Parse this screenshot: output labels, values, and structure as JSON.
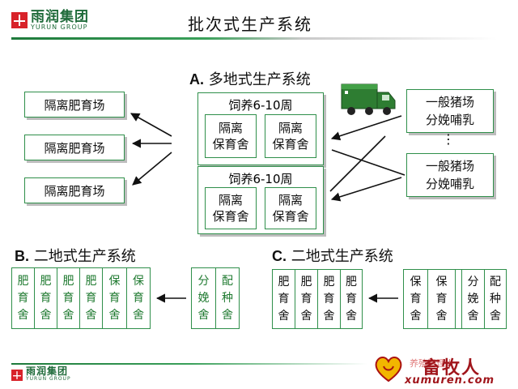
{
  "logo": {
    "cn": "雨润集团",
    "en": "YURUN GROUP"
  },
  "title": "批次式生产系统",
  "sectionA": {
    "letter": "A.",
    "name": "多地式生产系统",
    "left_boxes": [
      "隔离肥育场",
      "隔离肥育场",
      "隔离肥育场"
    ],
    "groups": [
      {
        "header": "饲养6-10周",
        "cells": [
          [
            "隔离",
            "保育舍"
          ],
          [
            "隔离",
            "保育舍"
          ]
        ]
      },
      {
        "header": "饲养6-10周",
        "cells": [
          [
            "隔离",
            "保育舍"
          ],
          [
            "隔离",
            "保育舍"
          ]
        ]
      }
    ],
    "right_boxes": [
      [
        "一般猪场",
        "分娩哺乳"
      ],
      [
        "一般猪场",
        "分娩哺乳"
      ]
    ],
    "ellipsis": "⋮"
  },
  "sectionB": {
    "letter": "B.",
    "name": "二地式生产系统",
    "main_cols": [
      {
        "chars": [
          "肥",
          "育",
          "舍"
        ],
        "color": "#1f7a30"
      },
      {
        "chars": [
          "肥",
          "育",
          "舍"
        ],
        "color": "#1f7a30"
      },
      {
        "chars": [
          "肥",
          "育",
          "舍"
        ],
        "color": "#1f7a30"
      },
      {
        "chars": [
          "肥",
          "育",
          "舍"
        ],
        "color": "#1f7a30"
      },
      {
        "chars": [
          "保",
          "育",
          "舍"
        ],
        "color": "#1f7a30"
      },
      {
        "chars": [
          "保",
          "育",
          "舍"
        ],
        "color": "#1f7a30"
      }
    ],
    "side_cols": [
      {
        "chars": [
          "分",
          "娩",
          "舍"
        ],
        "color": "#1f7a30"
      },
      {
        "chars": [
          "配",
          "种",
          "舍"
        ],
        "color": "#1f7a30"
      }
    ]
  },
  "sectionC": {
    "letter": "C.",
    "name": "二地式生产系统",
    "main_cols": [
      {
        "chars": [
          "肥",
          "育",
          "舍"
        ],
        "color": "#111111"
      },
      {
        "chars": [
          "肥",
          "育",
          "舍"
        ],
        "color": "#111111"
      },
      {
        "chars": [
          "肥",
          "育",
          "舍"
        ],
        "color": "#111111"
      },
      {
        "chars": [
          "肥",
          "育",
          "舍"
        ],
        "color": "#111111"
      }
    ],
    "side_cols": [
      {
        "chars": [
          "保",
          "育",
          "舍"
        ],
        "color": "#111111"
      },
      {
        "chars": [
          "保",
          "育",
          "舍"
        ],
        "color": "#111111"
      },
      {
        "chars": [
          "分",
          "娩",
          "舍"
        ],
        "color": "#111111"
      },
      {
        "chars": [
          "配",
          "种",
          "舍"
        ],
        "color": "#111111"
      }
    ]
  },
  "watermark": {
    "line1": "畜牧人",
    "line2": "xumuren.com",
    "partial": "养殖管理人"
  },
  "colors": {
    "green": "#2f8f4a",
    "logo_red": "#d8232a",
    "truck": "#2e7d32"
  }
}
